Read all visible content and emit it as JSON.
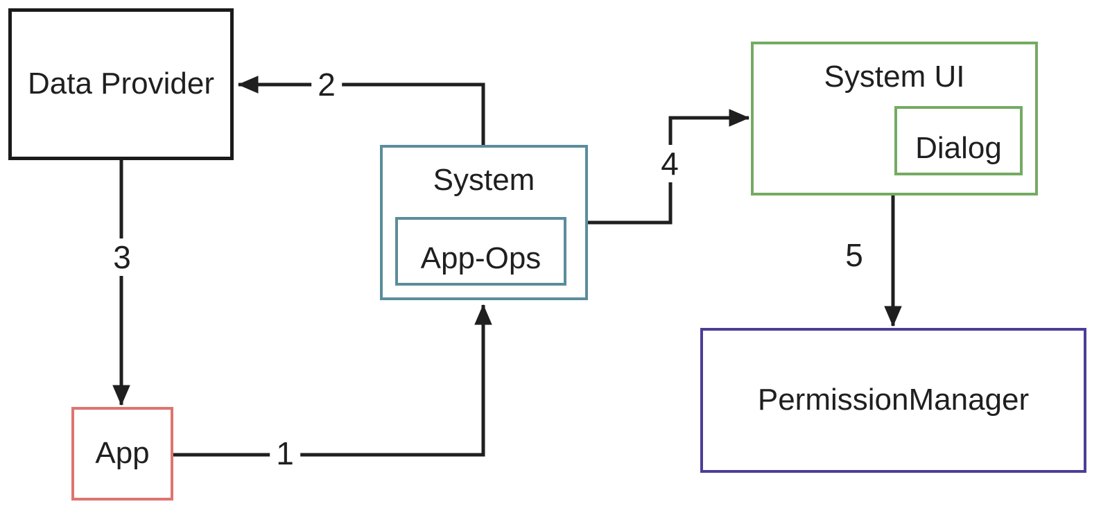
{
  "diagram": {
    "nodes": {
      "data_provider": {
        "label": "Data Provider",
        "border_color": "#1a1a1a"
      },
      "system": {
        "label": "System",
        "border_color": "#5b8d9b"
      },
      "app_ops": {
        "label": "App-Ops",
        "border_color": "#5b8d9b"
      },
      "system_ui": {
        "label": "System UI",
        "border_color": "#74ab62"
      },
      "dialog": {
        "label": "Dialog",
        "border_color": "#74ab62"
      },
      "app": {
        "label": "App",
        "border_color": "#de7470"
      },
      "permission_manager": {
        "label": "PermissionManager",
        "border_color": "#4c3e95"
      }
    },
    "edges": [
      {
        "label": "1",
        "from": "app",
        "to": "system"
      },
      {
        "label": "2",
        "from": "system",
        "to": "data_provider"
      },
      {
        "label": "3",
        "from": "data_provider",
        "to": "app"
      },
      {
        "label": "4",
        "from": "system",
        "to": "system_ui"
      },
      {
        "label": "5",
        "from": "system_ui",
        "to": "permission_manager"
      }
    ],
    "colors": {
      "line": "#1f1f1f",
      "text": "#1f1f1f",
      "background": "#ffffff"
    }
  }
}
